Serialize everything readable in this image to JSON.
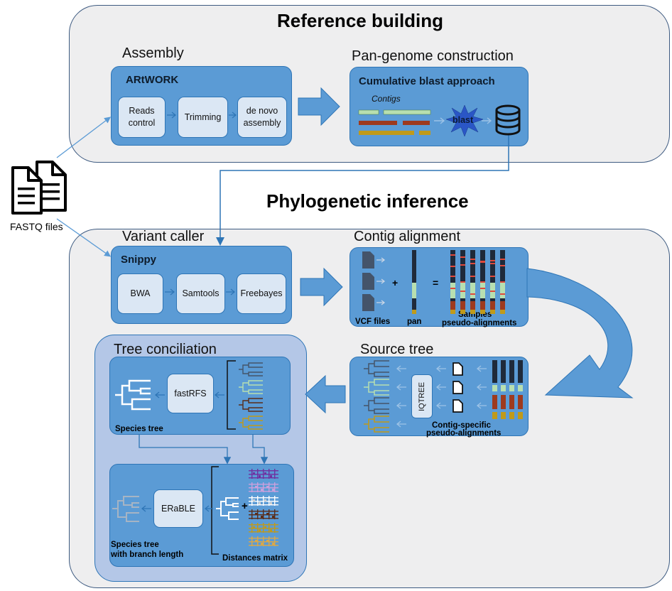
{
  "sections": {
    "reference": "Reference building",
    "phylo": "Phylogenetic inference"
  },
  "fastq_label": "FASTQ files",
  "assembly": {
    "heading": "Assembly",
    "tool": "ARtWORK",
    "steps": [
      "Reads control",
      "Trimming",
      "de novo assembly"
    ]
  },
  "pangenome": {
    "heading": "Pan-genome construction",
    "tool": "Cumulative blast approach",
    "contigs": "Contigs",
    "blast": "blast"
  },
  "variant": {
    "heading": "Variant caller",
    "tool": "Snippy",
    "steps": [
      "BWA",
      "Samtools",
      "Freebayes"
    ]
  },
  "contig_alignment": {
    "heading": "Contig alignment",
    "vcf": "VCF files",
    "plus": "+",
    "pan": "pan",
    "equals": "=",
    "samples": "Samples",
    "pseudo": "pseudo-alignments"
  },
  "source_tree": {
    "heading": "Source tree",
    "iqtree": "IQTREE",
    "caption1": "Contig-specific",
    "caption2": "pseudo-alignments"
  },
  "tree_conciliation": {
    "heading": "Tree conciliation",
    "fastrfs": "fastRFS",
    "species_tree": "Species tree",
    "erable": "ERaBLE",
    "species_tree_bl1": "Species tree",
    "species_tree_bl2": "with branch length",
    "plus": "+",
    "distances": "Distances matrix"
  },
  "colors": {
    "panel_bg": "#eeeeef",
    "tool_blue": "#5b9bd5",
    "step_fill": "#dbe7f4",
    "inner_panel": "#b4c7e7",
    "contig_green": "#b8dfb0",
    "contig_red": "#9e3a1e",
    "contig_gold": "#c09a1a"
  }
}
